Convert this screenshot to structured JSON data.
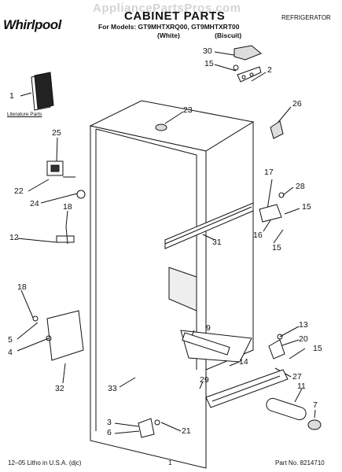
{
  "header": {
    "brand": "Whirlpool",
    "watermark": "AppliancePartsPros.com",
    "title": "CABINET PARTS",
    "models": "For Models: GT9MHTXRQ00, GT9MHTXRT00",
    "color_white": "(White)",
    "color_biscuit": "(Biscuit)",
    "category": "REFRIGERATOR"
  },
  "literature_label": "Literature Parts",
  "callouts": {
    "c1": "1",
    "c2": "2",
    "c3": "3",
    "c4": "4",
    "c5": "5",
    "c6": "6",
    "c7": "7",
    "c9": "9",
    "c11": "11",
    "c12": "12",
    "c13": "13",
    "c14": "14",
    "c15a": "15",
    "c15b": "15",
    "c15c": "15",
    "c15d": "15",
    "c16": "16",
    "c17": "17",
    "c18a": "18",
    "c18b": "18",
    "c20": "20",
    "c21": "21",
    "c22": "22",
    "c23": "23",
    "c24": "24",
    "c25": "25",
    "c26": "26",
    "c27": "27",
    "c28": "28",
    "c29": "29",
    "c30": "30",
    "c31": "31",
    "c32": "32",
    "c33": "33"
  },
  "footer": {
    "left": "12–05 Litho in U.S.A. (djc)",
    "page": "1",
    "part": "Part No. 8214710"
  }
}
